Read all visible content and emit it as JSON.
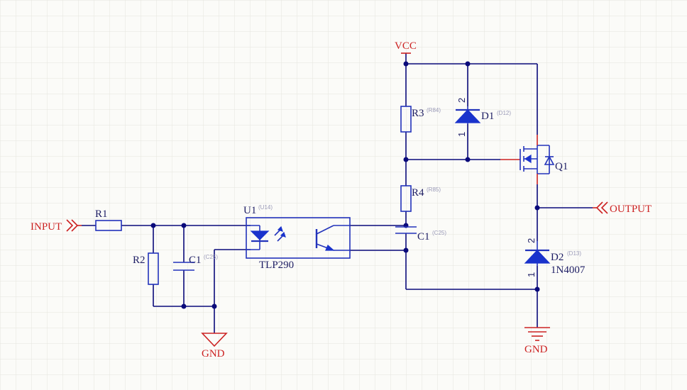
{
  "ports": {
    "input": "INPUT",
    "output": "OUTPUT",
    "vcc": "VCC",
    "gnd_left": "GND",
    "gnd_right": "GND"
  },
  "components": {
    "r1": {
      "designator": "R1"
    },
    "r2": {
      "designator": "R2"
    },
    "c1_left": {
      "designator": "C1",
      "ref": "(C25)"
    },
    "u1": {
      "designator": "U1",
      "ref": "(U14)",
      "value": "TLP290"
    },
    "r3": {
      "designator": "R3",
      "ref": "(R84)"
    },
    "r4": {
      "designator": "R4",
      "ref": "(R85)"
    },
    "c1_right": {
      "designator": "C1",
      "ref": "(C25)"
    },
    "d1": {
      "designator": "D1",
      "ref": "(D12)",
      "pin_top": "2",
      "pin_bottom": "1"
    },
    "q1": {
      "designator": "Q1"
    },
    "d2": {
      "designator": "D2",
      "ref": "(D13)",
      "value": "1N4007",
      "pin_top": "2",
      "pin_bottom": "1"
    }
  },
  "colors": {
    "wire": "#0a0a7a",
    "component": "#2233bb",
    "port": "#cc2222",
    "grid": "#e4e4dc",
    "background": "#fbfbf8"
  }
}
